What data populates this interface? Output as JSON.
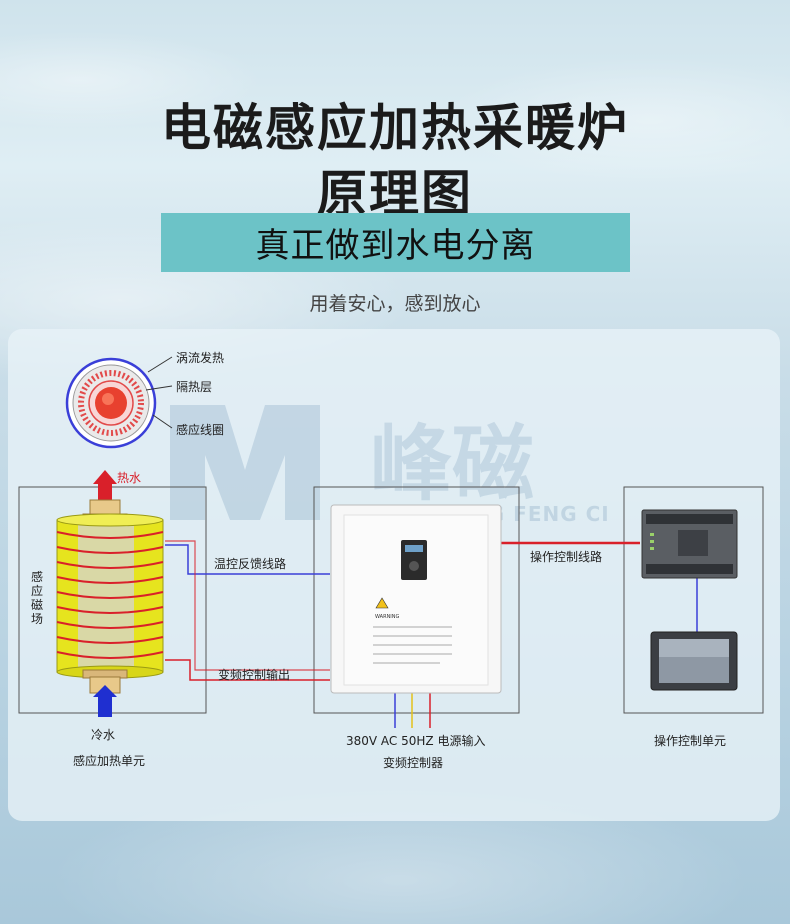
{
  "header": {
    "title_line1": "电磁感应加热采暖炉",
    "title_line2": "原理图",
    "banner": "真正做到水电分离",
    "slogan": "用着安心，感到放心"
  },
  "watermark": {
    "brand": "峰磁",
    "company": "GUANG NENG FENG CI"
  },
  "diagram": {
    "coil_labels": {
      "eddy": "涡流发热",
      "insulation": "隔热层",
      "coil": "感应线圈"
    },
    "hot_water": "热水",
    "cold_water": "冷水",
    "field_label": "感应磁场",
    "heating_unit": "感应加热单元",
    "temp_feedback": "温控反馈线路",
    "inverter_output": "变频控制输出",
    "op_control_line": "操作控制线路",
    "power_input": "380V  AC  50HZ  电源输入",
    "inverter": "变频控制器",
    "control_unit": "操作控制单元",
    "warning_title": "WARNING"
  },
  "colors": {
    "banner": "#6cc3c7",
    "hot_arrow": "#d9202a",
    "cold_arrow": "#1f2fd0",
    "coil_yellow": "#e6e41e",
    "wire_red": "#d9202a",
    "wire_blue": "#3a3fd8",
    "wire_yellow": "#e4c21a"
  }
}
